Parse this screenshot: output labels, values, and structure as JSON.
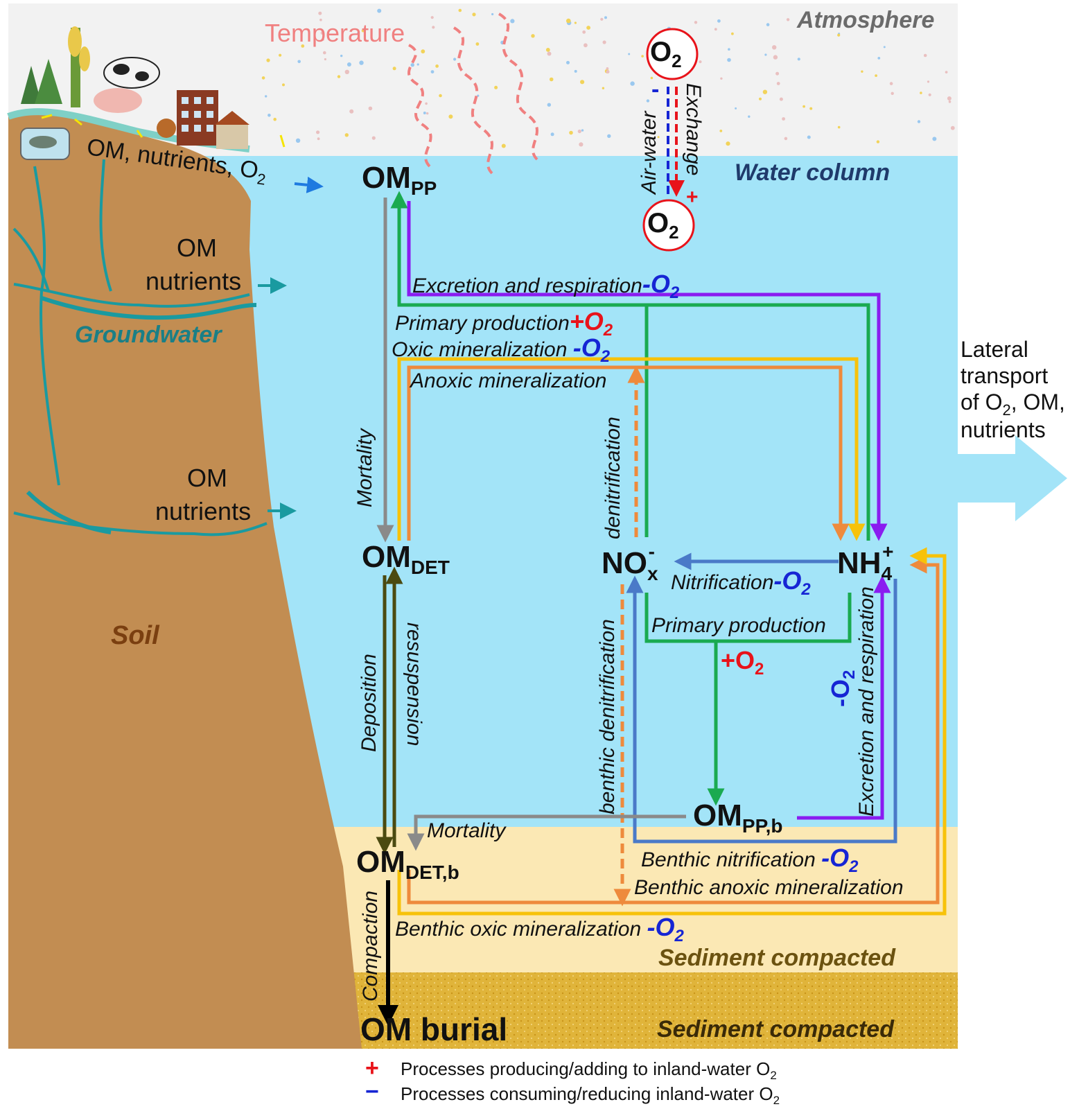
{
  "zones": {
    "atmosphere": "Atmosphere",
    "water_column": "Water column",
    "groundwater": "Groundwater",
    "soil": "Soil",
    "sediment_1": "Sediment compacted",
    "sediment_2": "Sediment compacted"
  },
  "drivers": {
    "temperature": "Temperature",
    "air_water": "Air-water",
    "exchange": "Exchange"
  },
  "inputs": {
    "surface": "OM, nutrients, O",
    "surface_sub": "2",
    "gw1_om": "OM",
    "gw1_nutrients": "nutrients",
    "gw2_om": "OM",
    "gw2_nutrients": "nutrients"
  },
  "pools": {
    "om_pp": "OM",
    "om_pp_sub": "PP",
    "om_det": "OM",
    "om_det_sub": "DET",
    "nox": "NO",
    "nox_sub": "x",
    "nox_sup": "-",
    "nh4": "NH",
    "nh4_sub": "4",
    "nh4_sup": "+",
    "om_ppb": "OM",
    "om_ppb_sub": "PP,b",
    "om_detb": "OM",
    "om_detb_sub": "DET,b",
    "burial": "OM burial",
    "o2_atm": "O",
    "o2_atm_sub": "2",
    "o2_water": "O",
    "o2_water_sub": "2"
  },
  "processes": {
    "excretion": "Excretion and respiration",
    "primary": "Primary production",
    "oxic": "Oxic mineralization",
    "anoxic": "Anoxic mineralization",
    "denitrification": "denitrification",
    "mortality": "Mortality",
    "nitrification": "Nitrification",
    "primary_b": "Primary production",
    "benthic_denitrification": "benthic denitrification",
    "excretion_b": "Excretion and respiration",
    "deposition": "Deposition",
    "resuspension": "resuspension",
    "mortality_b": "Mortality",
    "benthic_nitrification": "Benthic nitrification",
    "benthic_anoxic": "Benthic anoxic mineralization",
    "benthic_oxic": "Benthic oxic mineralization",
    "compaction": "Compaction"
  },
  "o2_labels": {
    "plus_o": "+O",
    "minus_o": "-O",
    "sub": "2",
    "exchange_minus": "-",
    "exchange_plus": "+"
  },
  "lateral": {
    "line1": "Lateral",
    "line2": "transport",
    "line3a": "of O",
    "line3sub": "2",
    "line3b": ", OM,",
    "line4": "nutrients"
  },
  "legend": {
    "plus_symbol": "+",
    "minus_symbol": "−",
    "producing": "Processes producing/adding to inland-water O",
    "consuming": "Processes consuming/reducing inland-water O",
    "sub": "2"
  },
  "colors": {
    "sky": "#f2f2f2",
    "water": "#a3e4f8",
    "soil": "#c28d52",
    "sediment": "#fbe8b4",
    "sediment_compacted": "#e0b43a",
    "groundwater": "#1a9aa0",
    "temperature": "#f08080",
    "green": "#1aaa50",
    "purple": "#8a1cf0",
    "yellow": "#f7c20a",
    "orange": "#ee8a3c",
    "grey": "#8a8a8a",
    "blue": "#4a7ac8",
    "olive": "#4b4a10",
    "positive": "#e8131a",
    "negative": "#1625d4"
  }
}
